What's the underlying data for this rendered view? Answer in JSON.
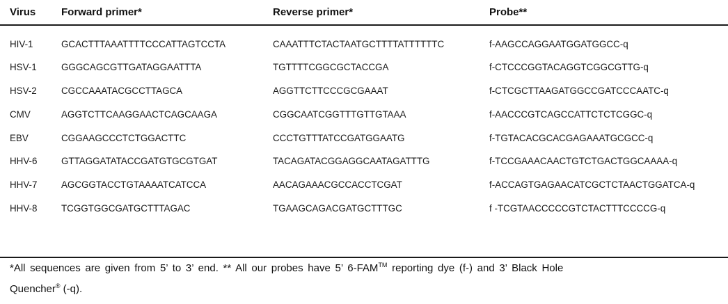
{
  "table": {
    "headers": [
      "Virus",
      "Forward primer*",
      "Reverse primer*",
      "Probe**"
    ],
    "rows": [
      [
        "HIV-1",
        "GCACTTTAAATTTTCCCATTAGTCCTA",
        "CAAATTTCTACTAATGCTTTTATTTTTTC",
        "f-AAGCCAGGAATGGATGGCC-q"
      ],
      [
        "HSV-1",
        "GGGCAGCGTTGATAGGAATTTA",
        "TGTTTTCGGCGCTACCGA",
        "f-CTCCCGGTACAGGTCGGCGTTG-q"
      ],
      [
        "HSV-2",
        "CGCCAAATACGCCTTAGCA",
        "AGGTTCTTCCCGCGAAAT",
        "f-CTCGCTTAAGATGGCCGATCCCAATC-q"
      ],
      [
        "CMV",
        "AGGTCTTCAAGGAACTCAGCAAGA",
        "CGGCAATCGGTTTGTTGTAAA",
        "f-AACCCGTCAGCCATTCTCTCGGC-q"
      ],
      [
        "EBV",
        "CGGAAGCCCTCTGGACTTC",
        "CCCTGTTTATCCGATGGAATG",
        "f-TGTACACGCACGAGAAATGCGCC-q"
      ],
      [
        "HHV-6",
        "GTTAGGATATACCGATGTGCGTGAT",
        "TACAGATACGGAGGCAATAGATTTG",
        "f-TCCGAAACAACTGTCTGACTGGCAAAA-q"
      ],
      [
        "HHV-7",
        "AGCGGTACCTGTAAAATCATCCA",
        "AACAGAAACGCCACCTCGAT",
        "f-ACCAGTGAGAACATCGCTCTAACTGGATCA-q"
      ],
      [
        "HHV-8",
        "TCGGTGGCGATGCTTTAGAC",
        "TGAAGCAGACGATGCTTTGC",
        "f -TCGTAACCCCCGTCTACTTTCCCCG-q"
      ]
    ]
  },
  "footnote": {
    "line1_a": "*All sequences are given from 5’ to 3’ end. ** All our probes have 5’ 6-FAM",
    "tm": "TM",
    "line1_b": " reporting dye (f-) and 3’ Black Hole",
    "line2_a": "Quencher",
    "reg": "®",
    "line2_b": " (-q)."
  }
}
